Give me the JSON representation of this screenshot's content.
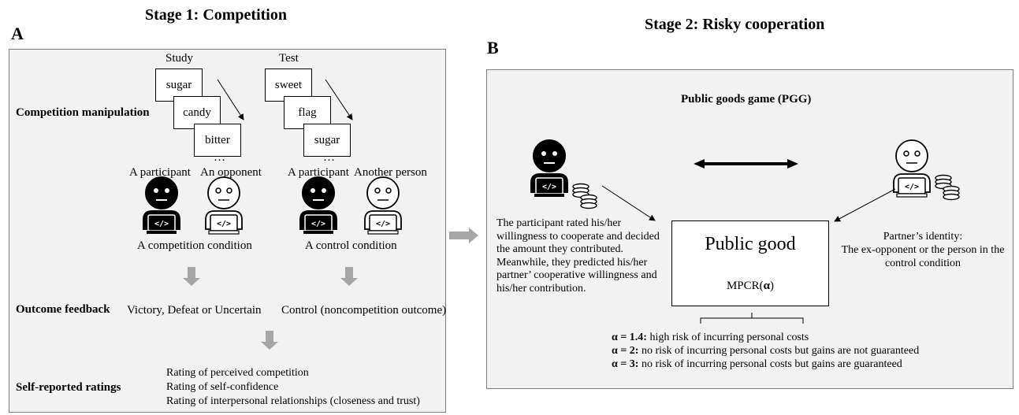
{
  "stage1": {
    "title": "Stage 1: Competition",
    "panel_letter": "A",
    "study_label": "Study",
    "test_label": "Test",
    "study_cards": [
      "sugar",
      "candy",
      "bitter"
    ],
    "test_cards": [
      "sweet",
      "flag",
      "sugar"
    ],
    "ellipsis": "…",
    "competition_manipulation": "Competition manipulation",
    "participant_label": "A participant",
    "opponent_label": "An opponent",
    "another_person_label": "Another person",
    "competition_condition": "A competition condition",
    "control_condition": "A control condition",
    "outcome_feedback": "Outcome feedback",
    "feedback_competition": "Victory, Defeat or Uncertain",
    "feedback_control": "Control (noncompetition outcome)",
    "self_reported": "Self-reported ratings",
    "ratings": [
      "Rating of perceived competition",
      "Rating of self-confidence",
      "Rating of interpersonal relationships (closeness and trust)"
    ]
  },
  "stage2": {
    "title": "Stage 2: Risky cooperation",
    "panel_letter": "B",
    "pgg_title": "Public goods game (PGG)",
    "participant_desc": [
      "The participant rated his/her",
      "willingness to cooperate and decided",
      "the amount they contributed.",
      "Meanwhile, they predicted his/her",
      "partner’ cooperative willingness and",
      "his/her contribution."
    ],
    "public_good": "Public good",
    "mpcr_prefix": "MPCR(",
    "mpcr_alpha": "α",
    "mpcr_suffix": ")",
    "partner_identity": [
      "Partner’s identity:",
      "The ex-opponent or the person in the",
      "control condition"
    ],
    "alpha_conditions": [
      {
        "label": "α = 1.4:",
        "text": " high risk of incurring personal costs"
      },
      {
        "label": "α = 2:",
        "text": " no risk of incurring personal costs but gains are not guaranteed"
      },
      {
        "label": "α = 3:",
        "text": " no risk of incurring personal costs but gains are guaranteed"
      }
    ]
  },
  "icons": {
    "person": "person-at-laptop-icon",
    "coins": "coin-stack-icon",
    "code": "code-brackets-icon"
  },
  "colors": {
    "panel_bg": "#f2f2f2",
    "panel_border": "#7f7f7f",
    "arrow_gray": "#a6a6a6",
    "participant_fill": "#000000",
    "other_fill": "#ffffff"
  }
}
